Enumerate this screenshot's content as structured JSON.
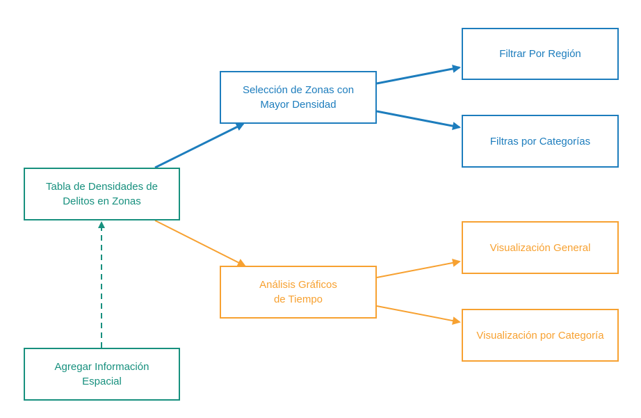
{
  "nodes": {
    "tabla": {
      "label": "Tabla de Densidades de\nDelitos en Zonas"
    },
    "agregar": {
      "label": "Agregar Información\nEspacial"
    },
    "seleccion": {
      "label": "Selección de Zonas con\nMayor Densidad"
    },
    "analisis": {
      "label": "Análisis Gráficos\nde Tiempo"
    },
    "region": {
      "label": "Filtrar Por Región"
    },
    "categorias": {
      "label": "Filtras por Categorías"
    },
    "general": {
      "label": "Visualización General"
    },
    "vis_cat": {
      "label": "Visualización por Categoría"
    }
  },
  "edges": [
    {
      "from": "agregar",
      "to": "tabla",
      "style": "dashed"
    },
    {
      "from": "tabla",
      "to": "seleccion",
      "style": "solid"
    },
    {
      "from": "tabla",
      "to": "analisis",
      "style": "solid"
    },
    {
      "from": "seleccion",
      "to": "region",
      "style": "solid"
    },
    {
      "from": "seleccion",
      "to": "categorias",
      "style": "solid"
    },
    {
      "from": "analisis",
      "to": "general",
      "style": "solid"
    },
    {
      "from": "analisis",
      "to": "vis_cat",
      "style": "solid"
    }
  ],
  "colors": {
    "teal": "#17907e",
    "blue": "#1d7dbd",
    "orange": "#f7a131"
  }
}
